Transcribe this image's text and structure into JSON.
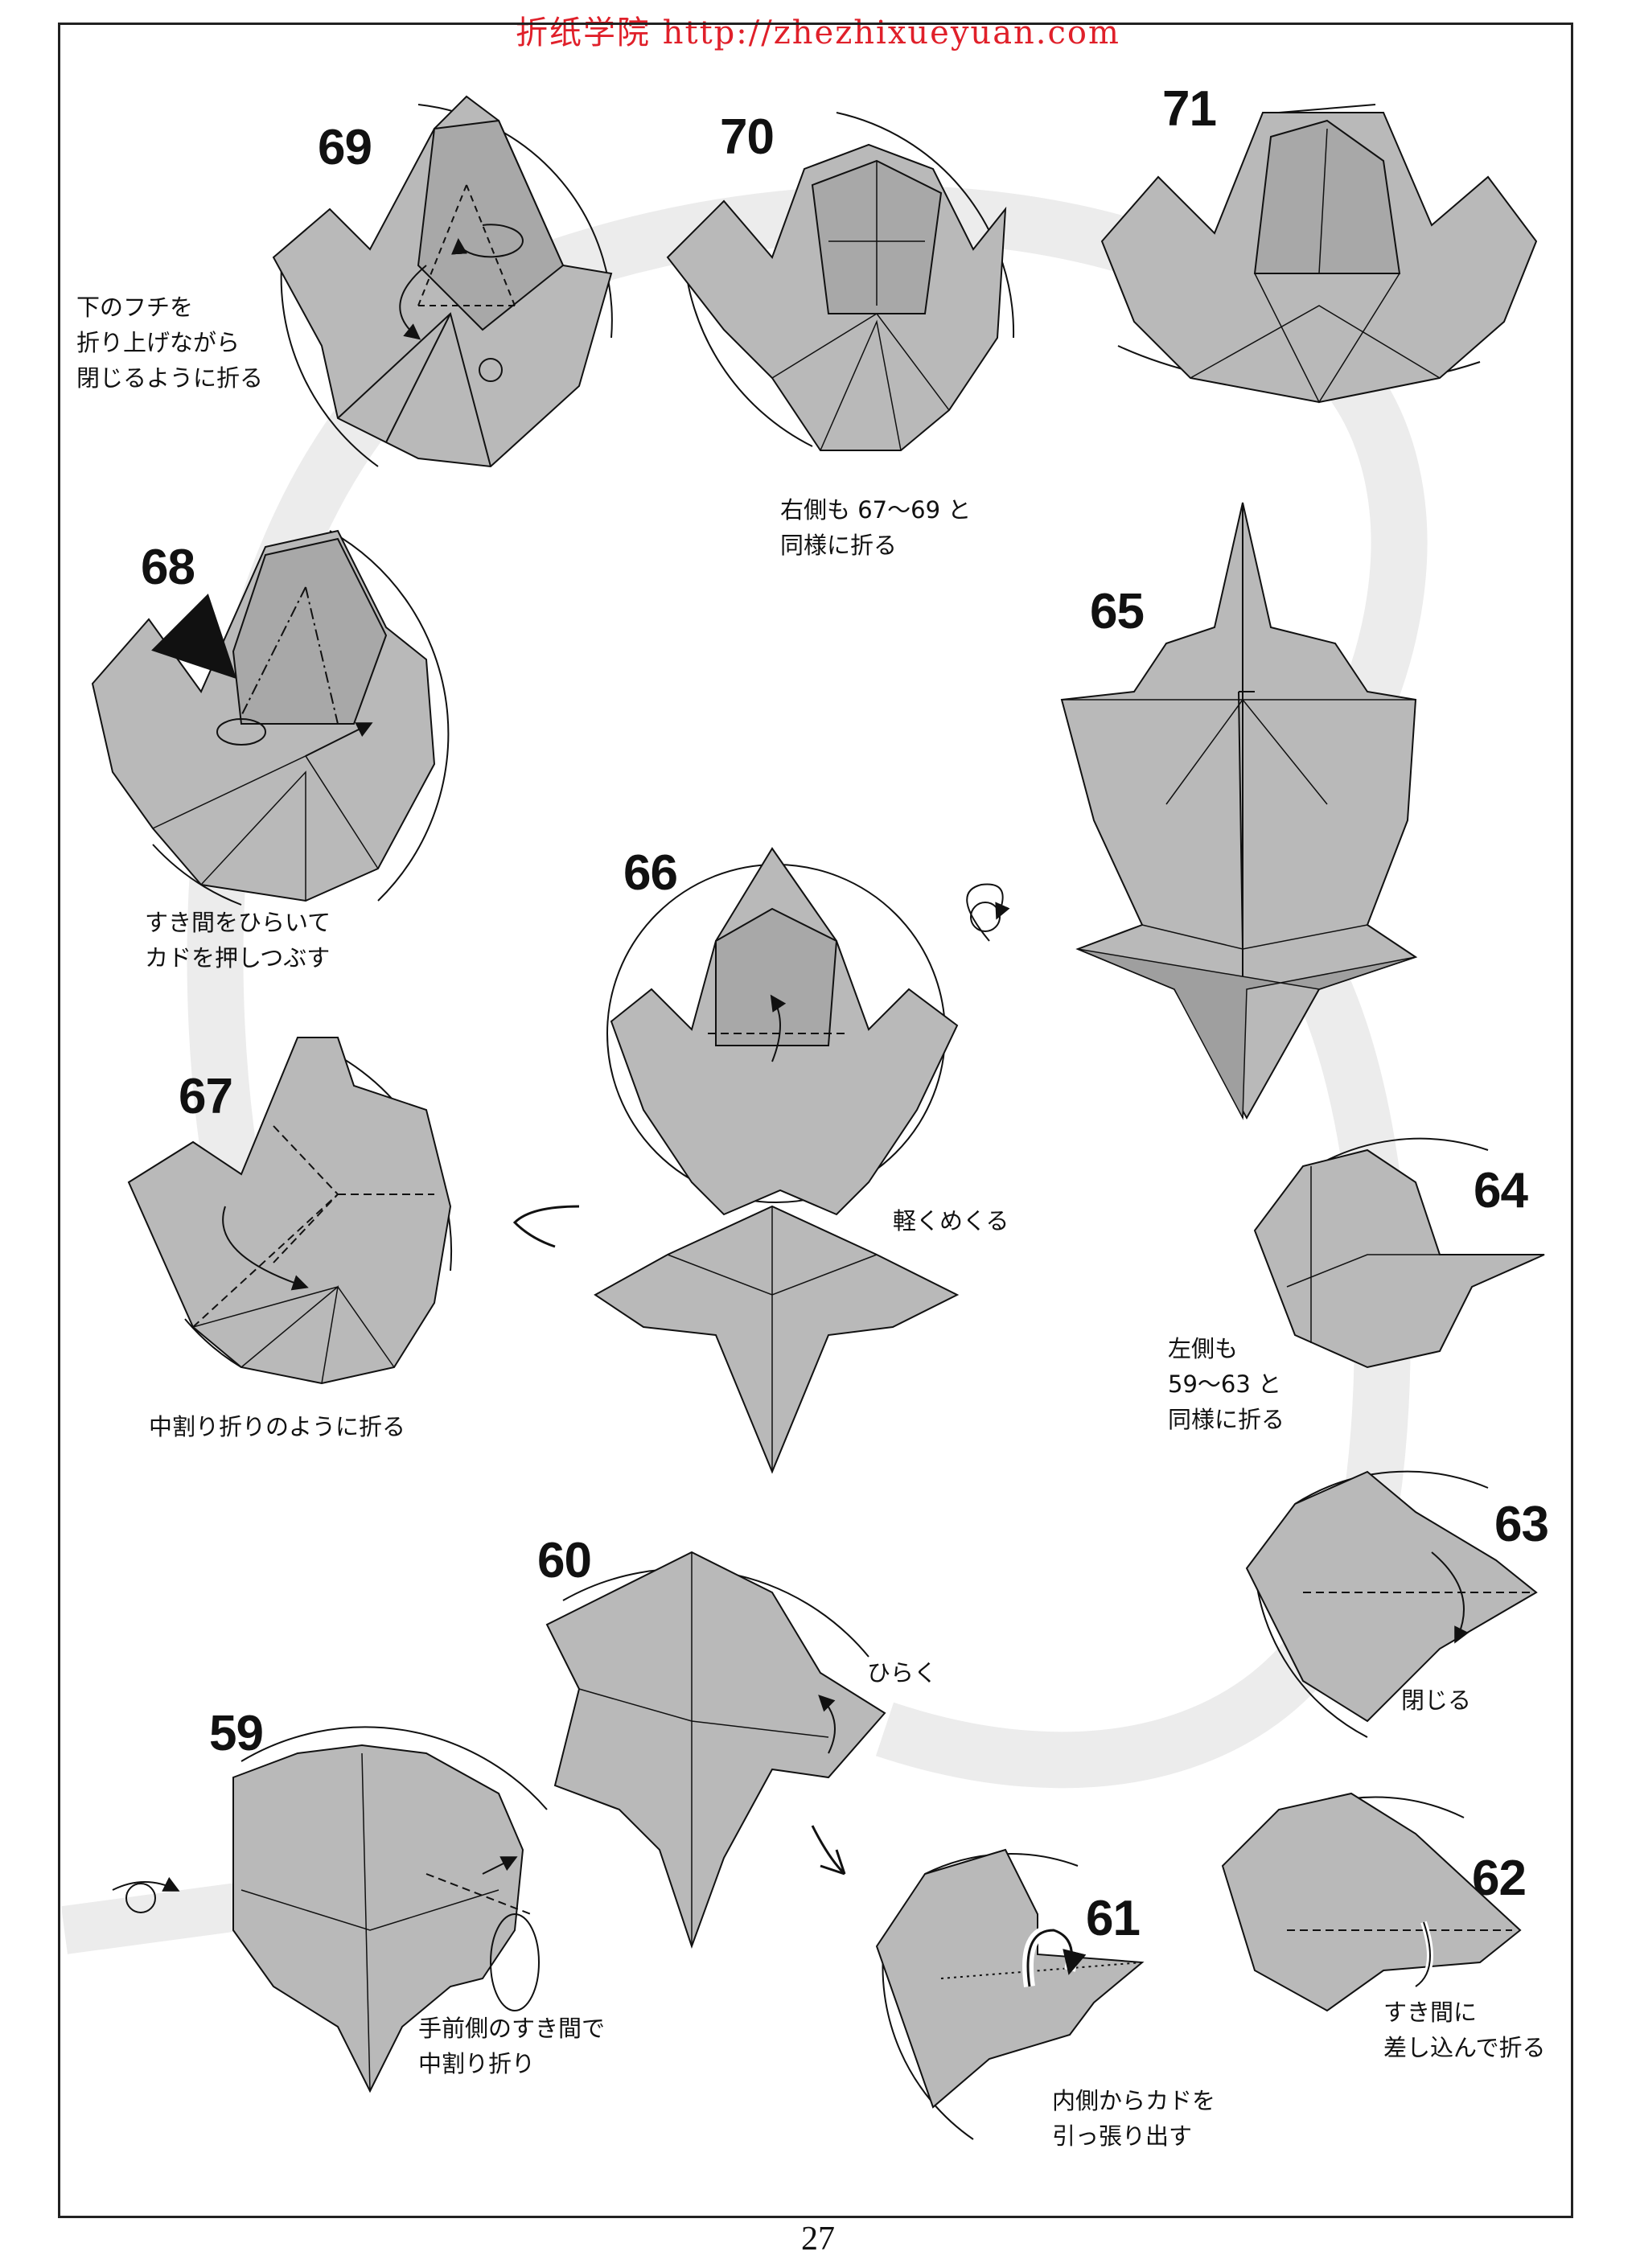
{
  "header": {
    "watermark": "折纸学院 http://zhezhixueyuan.com"
  },
  "page_number": "27",
  "colors": {
    "paper": "#b9b9b9",
    "paper_dark": "#8f8f8f",
    "line": "#1a1a1a",
    "accent": "#e0202a"
  },
  "steps": {
    "s59": {
      "number": "59",
      "caption": "手前側のすき間で\n中割り折り"
    },
    "s60": {
      "number": "60",
      "caption": "ひらく"
    },
    "s61": {
      "number": "61",
      "caption": "内側からカドを\n引っ張り出す"
    },
    "s62": {
      "number": "62",
      "caption": "すき間に\n差し込んで折る"
    },
    "s63": {
      "number": "63",
      "caption": "閉じる"
    },
    "s64": {
      "number": "64",
      "caption": "左側も\n59～63 と\n同様に折る"
    },
    "s65": {
      "number": "65",
      "caption": ""
    },
    "s66": {
      "number": "66",
      "caption": "軽くめくる"
    },
    "s67": {
      "number": "67",
      "caption": "中割り折りのように折る"
    },
    "s68": {
      "number": "68",
      "caption": "すき間をひらいて\nカドを押しつぶす"
    },
    "s69": {
      "number": "69",
      "caption": "下のフチを\n折り上げながら\n閉じるように折る"
    },
    "s70": {
      "number": "70",
      "caption": "右側も 67～69 と\n同様に折る"
    },
    "s71": {
      "number": "71",
      "caption": ""
    }
  }
}
